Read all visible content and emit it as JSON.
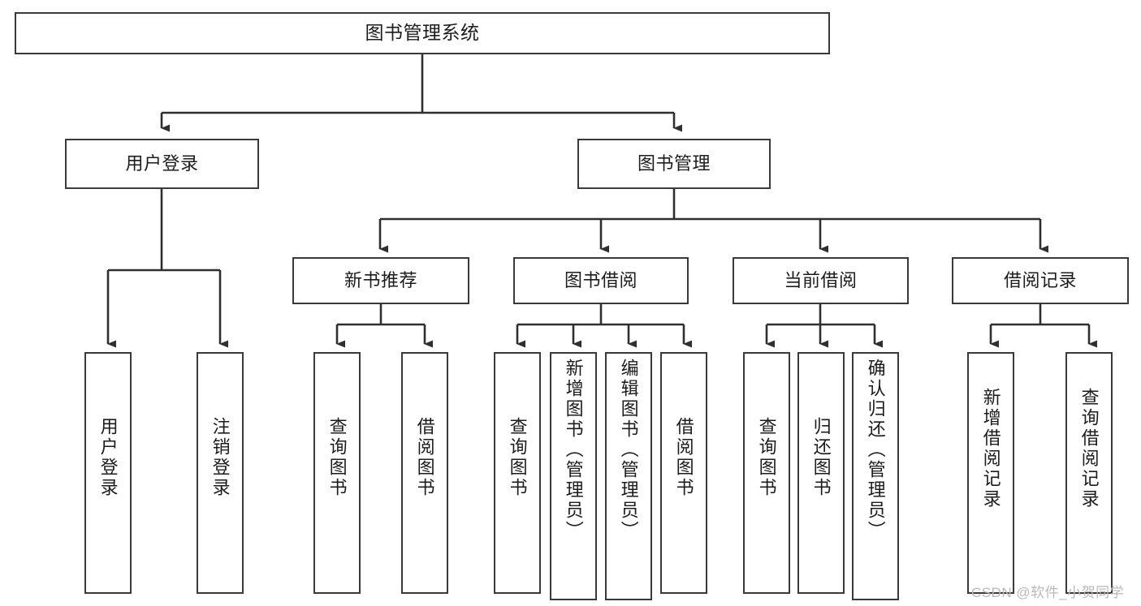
{
  "diagram": {
    "title": "图书管理系统",
    "watermark": "CSDN @软件_小贺同学",
    "colors": {
      "background": "#ffffff",
      "border": "#3a3a3a",
      "edge": "#2f2f2f",
      "text": "#1c1c1c",
      "watermark": "#b9b9b9"
    },
    "nodes": {
      "root": {
        "label": "图书管理系统"
      },
      "level2": [
        {
          "label": "用户登录"
        },
        {
          "label": "图书管理"
        }
      ],
      "level3": [
        {
          "label": "新书推荐"
        },
        {
          "label": "图书借阅"
        },
        {
          "label": "当前借阅"
        },
        {
          "label": "借阅记录"
        }
      ],
      "leaves": {
        "user_login": [
          {
            "label": "用户登录"
          },
          {
            "label": "注销登录"
          }
        ],
        "new_book_recommend": [
          {
            "label": "查询图书"
          },
          {
            "label": "借阅图书"
          }
        ],
        "book_borrow": [
          {
            "label": "查询图书"
          },
          {
            "label": "新增图书（管理员）"
          },
          {
            "label": "编辑图书（管理员）"
          },
          {
            "label": "借阅图书"
          }
        ],
        "current_borrow": [
          {
            "label": "查询图书"
          },
          {
            "label": "归还图书"
          },
          {
            "label": "确认归还（管理员）"
          }
        ],
        "borrow_record": [
          {
            "label": "新增借阅记录"
          },
          {
            "label": "查询借阅记录"
          }
        ]
      }
    }
  }
}
